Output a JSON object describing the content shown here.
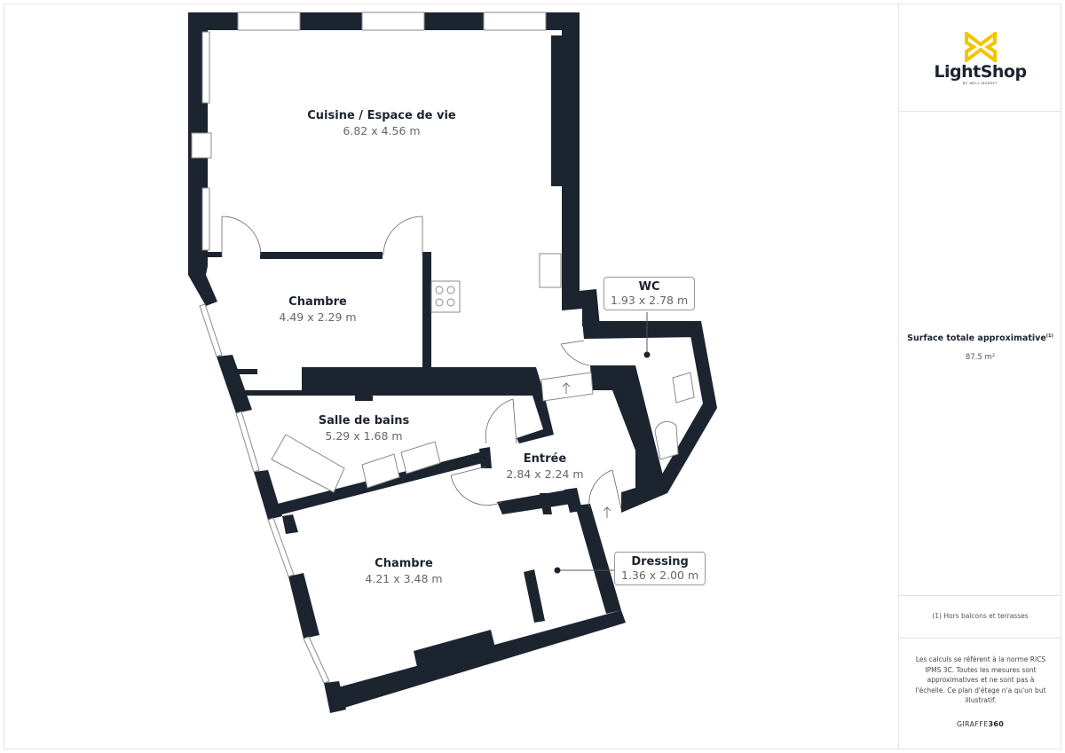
{
  "colors": {
    "wall": "#1c2430",
    "accent": "#f5c400",
    "fixture_line": "#8a8a8a",
    "border": "#e4e4e4"
  },
  "rooms": [
    {
      "name": "Cuisine / Espace de vie",
      "dims": "6.82 x 4.56 m"
    },
    {
      "name": "Chambre",
      "dims": "4.49 x 2.29 m"
    },
    {
      "name": "WC",
      "dims": "1.93 x 2.78 m"
    },
    {
      "name": "Salle de bains",
      "dims": "5.29 x 1.68 m"
    },
    {
      "name": "Entrée",
      "dims": "2.84 x 2.24 m"
    },
    {
      "name": "Chambre",
      "dims": "4.21 x 3.48 m"
    },
    {
      "name": "Dressing",
      "dims": "1.36 x 2.00 m"
    }
  ],
  "panel": {
    "logo": {
      "name": "LightShop",
      "subtitle": "BY WELL-MARKET",
      "icon": "lightshop-logo-icon"
    },
    "surface": {
      "title": "Surface totale approximative",
      "footnote_mark": "(1)",
      "value": "87.5 m²"
    },
    "note": "(1) Hors balcons et terrasses",
    "disclaimer": "Les calculs se réfèrent à la norme RICS IPMS 3C. Toutes les mesures sont approximatives et ne sont pas à l'échelle. Ce plan d'étage n'a qu'un but illustratif.",
    "brand_prefix": "GIRAFFE",
    "brand_suffix": "360"
  }
}
